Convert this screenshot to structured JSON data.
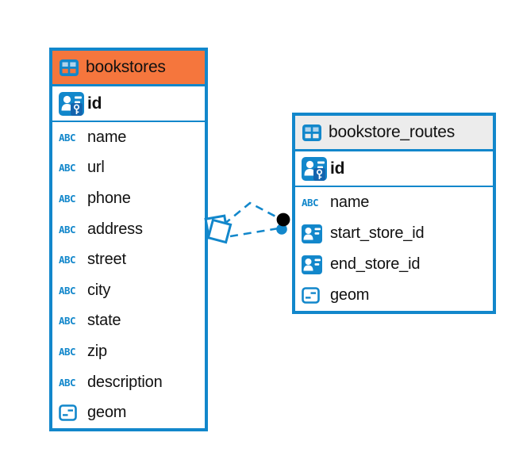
{
  "diagram": {
    "colors": {
      "accent_blue": "#1287CB",
      "bookstores_header": "#F5763D",
      "routes_header": "#ECECEC",
      "pk_badge": "#1464AE",
      "icon_cell_light": "#AFD3EC",
      "dot_black": "#000000",
      "text": "#111111",
      "background": "#FFFFFF"
    },
    "tables": [
      {
        "name": "bookstores",
        "header_color": "#F5763D",
        "primary_key_columns": [
          {
            "name": "id",
            "type": "pk"
          }
        ],
        "columns": [
          {
            "name": "name",
            "type": "text"
          },
          {
            "name": "url",
            "type": "text"
          },
          {
            "name": "phone",
            "type": "text"
          },
          {
            "name": "address",
            "type": "text"
          },
          {
            "name": "street",
            "type": "text"
          },
          {
            "name": "city",
            "type": "text"
          },
          {
            "name": "state",
            "type": "text"
          },
          {
            "name": "zip",
            "type": "text"
          },
          {
            "name": "description",
            "type": "text"
          },
          {
            "name": "geom",
            "type": "geometry"
          }
        ]
      },
      {
        "name": "bookstore_routes",
        "header_color": "#ECECEC",
        "primary_key_columns": [
          {
            "name": "id",
            "type": "pk"
          }
        ],
        "columns": [
          {
            "name": "name",
            "type": "text"
          },
          {
            "name": "start_store_id",
            "type": "fk"
          },
          {
            "name": "end_store_id",
            "type": "fk"
          },
          {
            "name": "geom",
            "type": "geometry"
          }
        ]
      }
    ],
    "relationships": [
      {
        "from_table": "bookstores",
        "to_table": "bookstore_routes",
        "line_style": "dashed",
        "source_marker": "diamond",
        "target_marker": "dot"
      },
      {
        "from_table": "bookstores",
        "to_table": "bookstore_routes",
        "line_style": "dashed",
        "source_marker": "diamond",
        "target_marker": "dot"
      }
    ]
  }
}
